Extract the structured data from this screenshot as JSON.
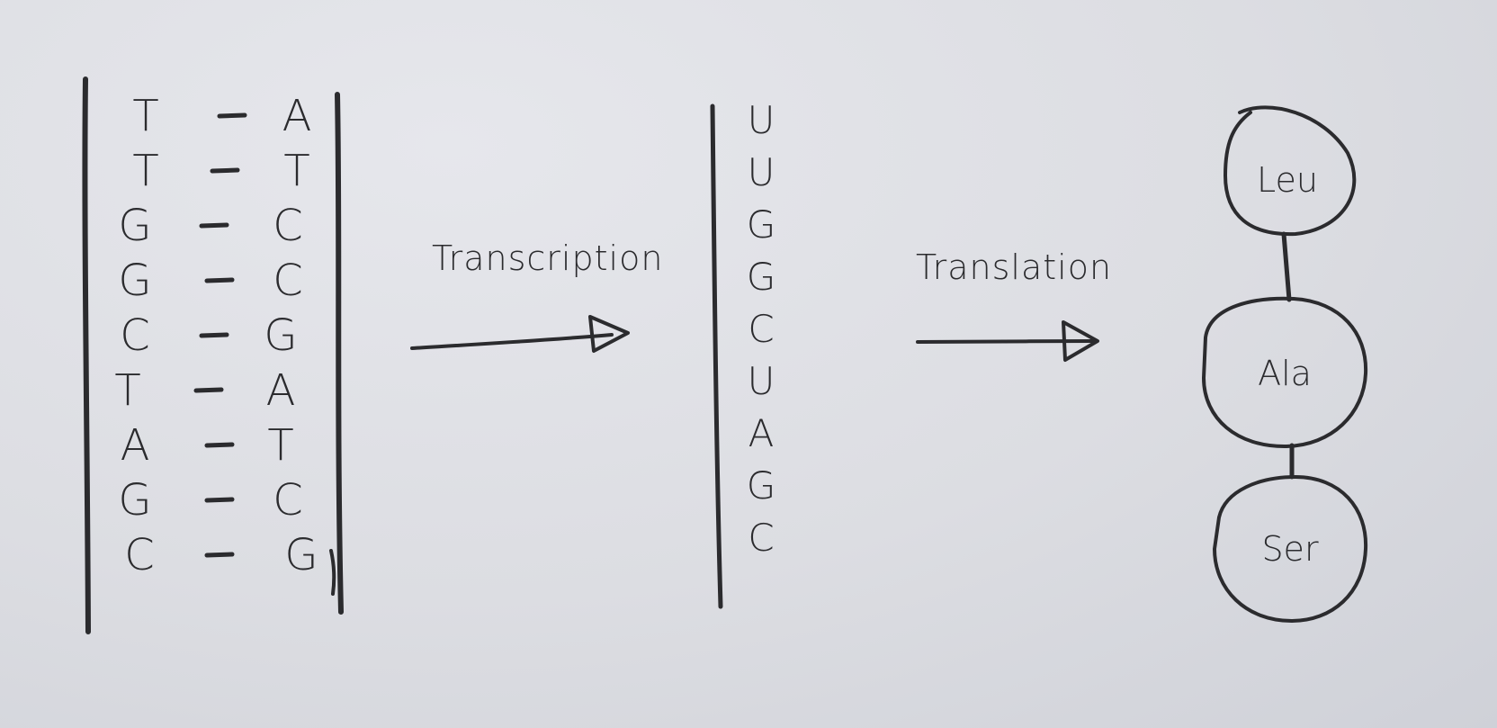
{
  "dna": {
    "left_strand": [
      "T",
      "T",
      "G",
      "G",
      "C",
      "T",
      "A",
      "G",
      "C"
    ],
    "right_strand": [
      "A",
      "T",
      "C",
      "C",
      "G",
      "A",
      "T",
      "C",
      "G"
    ],
    "bond_symbol": "—"
  },
  "transcription": {
    "label": "Transcription"
  },
  "mrna": {
    "bases": [
      "U",
      "U",
      "G",
      "G",
      "C",
      "U",
      "A",
      "G",
      "C"
    ]
  },
  "translation": {
    "label": "Translation"
  },
  "protein": {
    "amino_acids": [
      "Leu",
      "Ala",
      "Ser"
    ]
  }
}
